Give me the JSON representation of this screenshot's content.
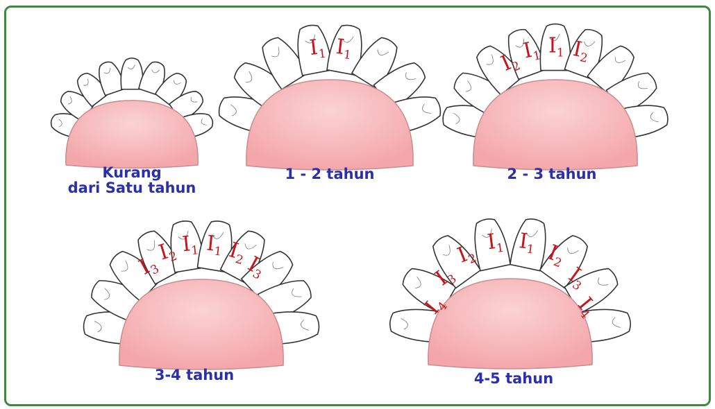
{
  "panels": [
    {
      "id": "p0",
      "caption_lines": [
        "Kurang",
        "dari Satu tahun"
      ],
      "teeth": []
    },
    {
      "id": "p1",
      "caption_lines": [
        "1 - 2 tahun"
      ],
      "teeth": [
        {
          "label": "I",
          "sub": "1"
        },
        {
          "label": "I",
          "sub": "1"
        }
      ]
    },
    {
      "id": "p2",
      "caption_lines": [
        "2 - 3 tahun"
      ],
      "teeth": [
        {
          "label": "I",
          "sub": "2"
        },
        {
          "label": "I",
          "sub": "1"
        },
        {
          "label": "I",
          "sub": "1"
        },
        {
          "label": "I",
          "sub": "2"
        }
      ]
    },
    {
      "id": "p3",
      "caption_lines": [
        "3-4 tahun"
      ],
      "teeth": [
        {
          "label": "I",
          "sub": "3"
        },
        {
          "label": "I",
          "sub": "2"
        },
        {
          "label": "I",
          "sub": "1"
        },
        {
          "label": "I",
          "sub": "1"
        },
        {
          "label": "I",
          "sub": "2"
        },
        {
          "label": "I",
          "sub": "3"
        }
      ]
    },
    {
      "id": "p4",
      "caption_lines": [
        "4-5 tahun"
      ],
      "teeth": [
        {
          "label": "I",
          "sub": "4"
        },
        {
          "label": "I",
          "sub": "3"
        },
        {
          "label": "I",
          "sub": "2"
        },
        {
          "label": "I",
          "sub": "1"
        },
        {
          "label": "I",
          "sub": "1"
        },
        {
          "label": "I",
          "sub": "2"
        },
        {
          "label": "I",
          "sub": "3"
        },
        {
          "label": "I",
          "sub": "4"
        }
      ]
    }
  ],
  "colors": {
    "gum": "#f4a7ab",
    "gum_light": "#fbd3d4",
    "label": "#c4161c",
    "caption": "#2b2fa8",
    "frame": "#3c8a3c"
  }
}
